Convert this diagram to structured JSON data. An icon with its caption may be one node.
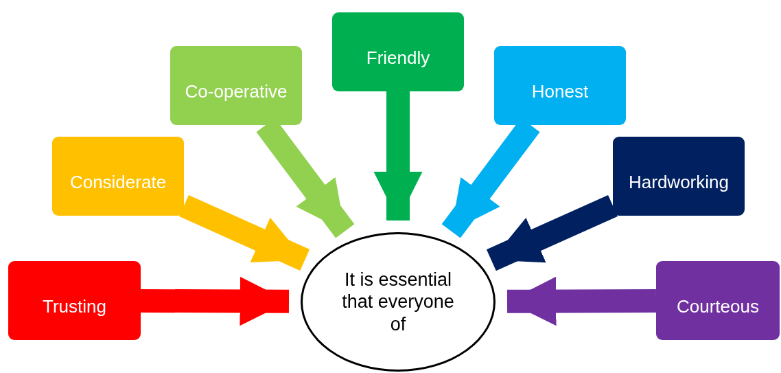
{
  "diagram": {
    "nodes": [
      {
        "text": [
          "Trusting"
        ]
      },
      {
        "text": [
          "Considerate"
        ]
      },
      {
        "text": [
          "Co-operative"
        ]
      },
      {
        "text": [
          "Friendly"
        ]
      },
      {
        "text": [
          "Honest"
        ]
      },
      {
        "text": [
          "Hardworking"
        ]
      },
      {
        "text": [
          "Courteous"
        ]
      },
      {
        "text": [
          "It is essential that everyone of"
        ]
      }
    ],
    "edges": [
      {
        "from": 0,
        "to": 7,
        "arrow": "to",
        "color": "#ff0000"
      },
      {
        "from": 1,
        "to": 7,
        "arrow": "to",
        "color": "#ffc000"
      },
      {
        "from": 2,
        "to": 7,
        "arrow": "to",
        "color": "#92d050"
      },
      {
        "from": 3,
        "to": 7,
        "arrow": "to",
        "color": "#00b050"
      },
      {
        "from": 4,
        "to": 7,
        "arrow": "to",
        "color": "#00b0f0"
      },
      {
        "from": 5,
        "to": 7,
        "arrow": "to",
        "color": "#002060"
      },
      {
        "from": 6,
        "to": 7,
        "arrow": "to",
        "color": "#7030a0"
      }
    ]
  }
}
